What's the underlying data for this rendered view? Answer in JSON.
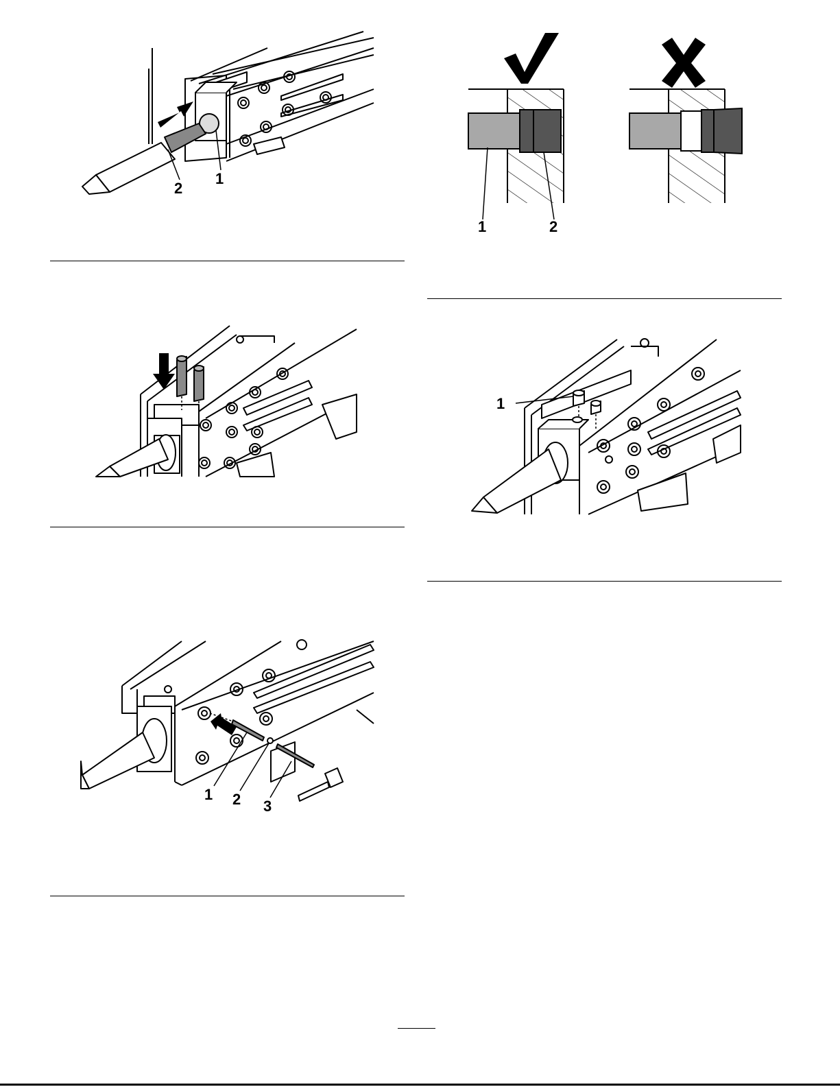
{
  "colors": {
    "ink": "#000000",
    "light_gray": "#a8a8a8",
    "mid_gray": "#8a8a8a",
    "dark_gray": "#555555",
    "white": "#ffffff"
  },
  "figure_1": {
    "callouts": [
      "1",
      "2"
    ],
    "icons": [
      "arrow-icon"
    ]
  },
  "figure_2": {
    "callouts": [],
    "icons": [
      "down-arrow-icon"
    ]
  },
  "figure_3": {
    "callouts": [
      "1",
      "2",
      "3"
    ],
    "icons": [
      "arrow-icon"
    ]
  },
  "figure_4": {
    "callouts": [
      "1",
      "2"
    ],
    "icons": [
      "checkmark-icon",
      "cross-icon"
    ]
  },
  "figure_5": {
    "callouts": [
      "1"
    ],
    "icons": []
  }
}
